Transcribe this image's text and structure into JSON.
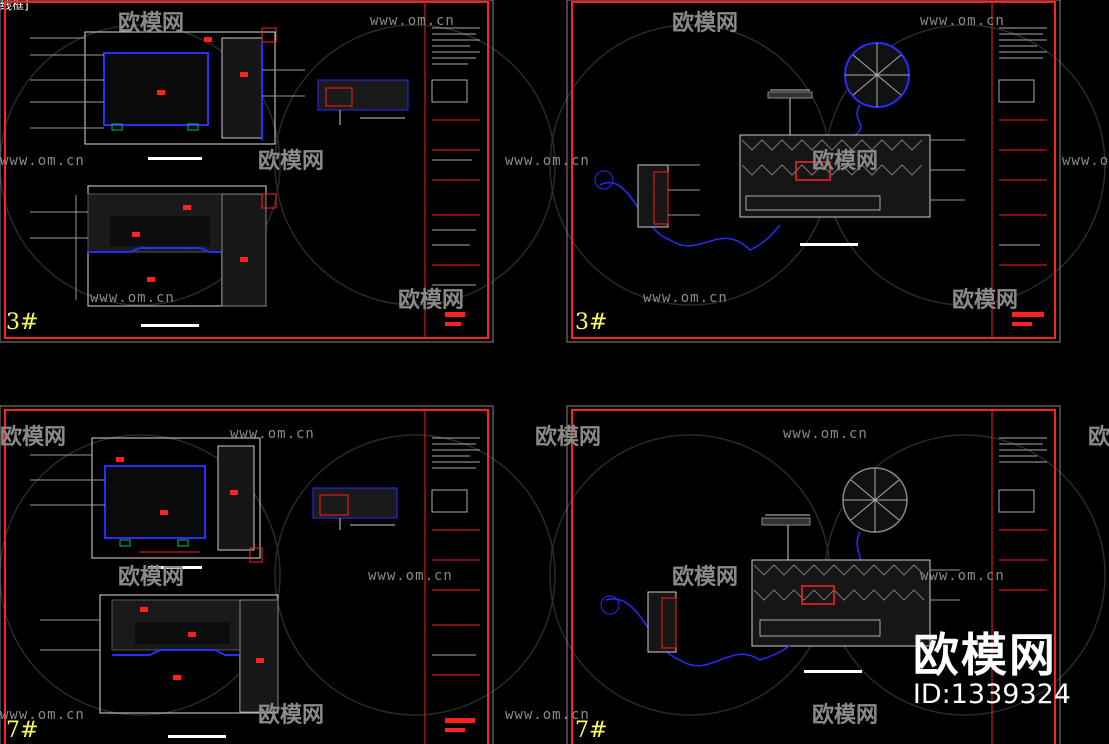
{
  "corner_label": "线框]",
  "watermark": {
    "site": "www.om.cn",
    "logo": "欧模网"
  },
  "sheets": [
    {
      "number": "3#"
    },
    {
      "number": "3#"
    },
    {
      "number": "7#"
    },
    {
      "number": "7#"
    }
  ],
  "brand": {
    "name": "欧模网",
    "id": "ID:1339324"
  },
  "colors": {
    "frame": "#ff2020",
    "outline": "#2b2bff",
    "line": "#ffffff",
    "dim": "#bbbbbb",
    "sheet_number": "#ffff55",
    "accent_green": "#00c060"
  }
}
